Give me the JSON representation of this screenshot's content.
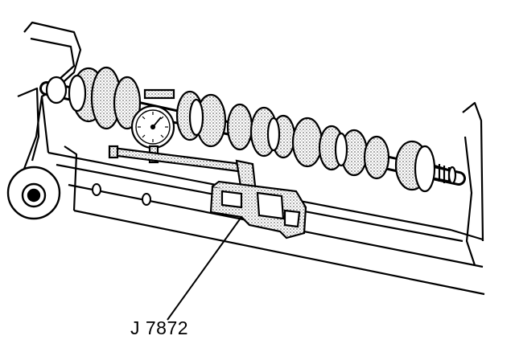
{
  "diagram": {
    "tool_label": "J 7872",
    "colors": {
      "ink": "#000000",
      "paper": "#ffffff",
      "stipple": "#8a8a8a"
    },
    "icons": [
      "camshaft",
      "dial-indicator",
      "magnetic-base",
      "engine-block"
    ]
  }
}
